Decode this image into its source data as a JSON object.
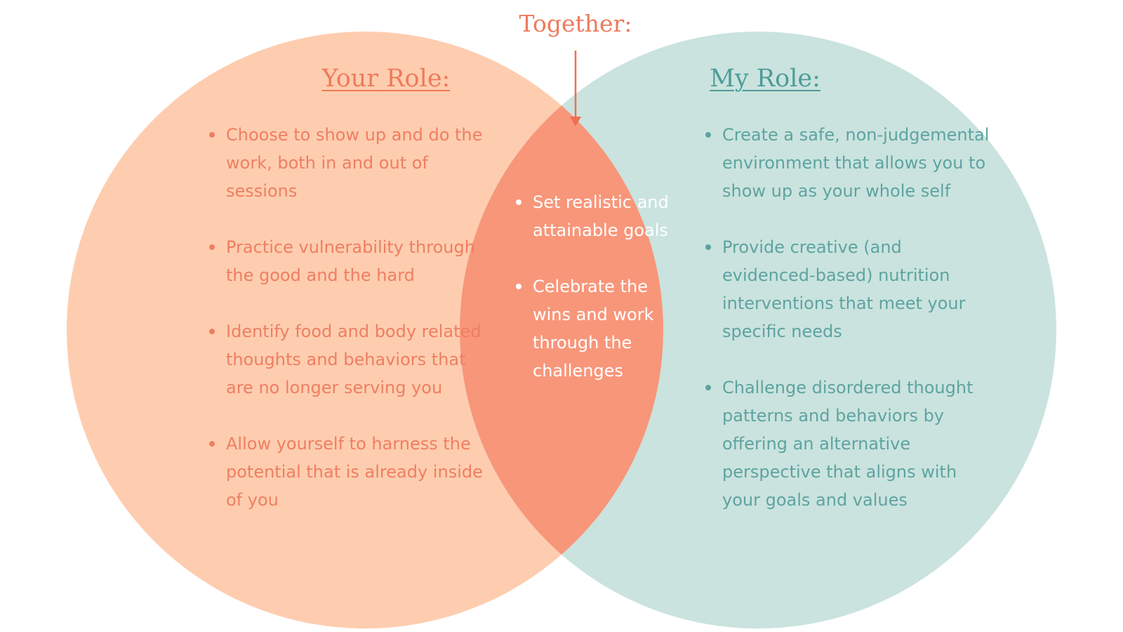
{
  "colors": {
    "your_circle": "#fecdaf",
    "my_circle": "#cae3de",
    "overlap": "#f8967a",
    "your_text": "#ef7e62",
    "my_text": "#5ea3a1",
    "together_text": "#ffffff",
    "arrow": "#ee6f50"
  },
  "together": {
    "heading": "Together:",
    "items": [
      "Set realistic and attainable goals",
      "Celebrate the wins and work through the challenges"
    ]
  },
  "your_role": {
    "heading": "Your Role:",
    "items": [
      "Choose to show up and do the work, both in and out of sessions",
      "Practice vulnerability through the good and the hard",
      "Identify food and body related thoughts and behaviors that are no longer serving you",
      "Allow yourself to harness the potential that is already inside of you"
    ]
  },
  "my_role": {
    "heading": "My Role:",
    "items": [
      "Create a safe, non-judgemental environment that allows you to show up as your whole self",
      "Provide creative (and evidenced-based) nutrition interventions that meet your specific needs",
      "Challenge disordered thought patterns and behaviors by offering an alternative perspective that aligns with your goals and values"
    ]
  }
}
